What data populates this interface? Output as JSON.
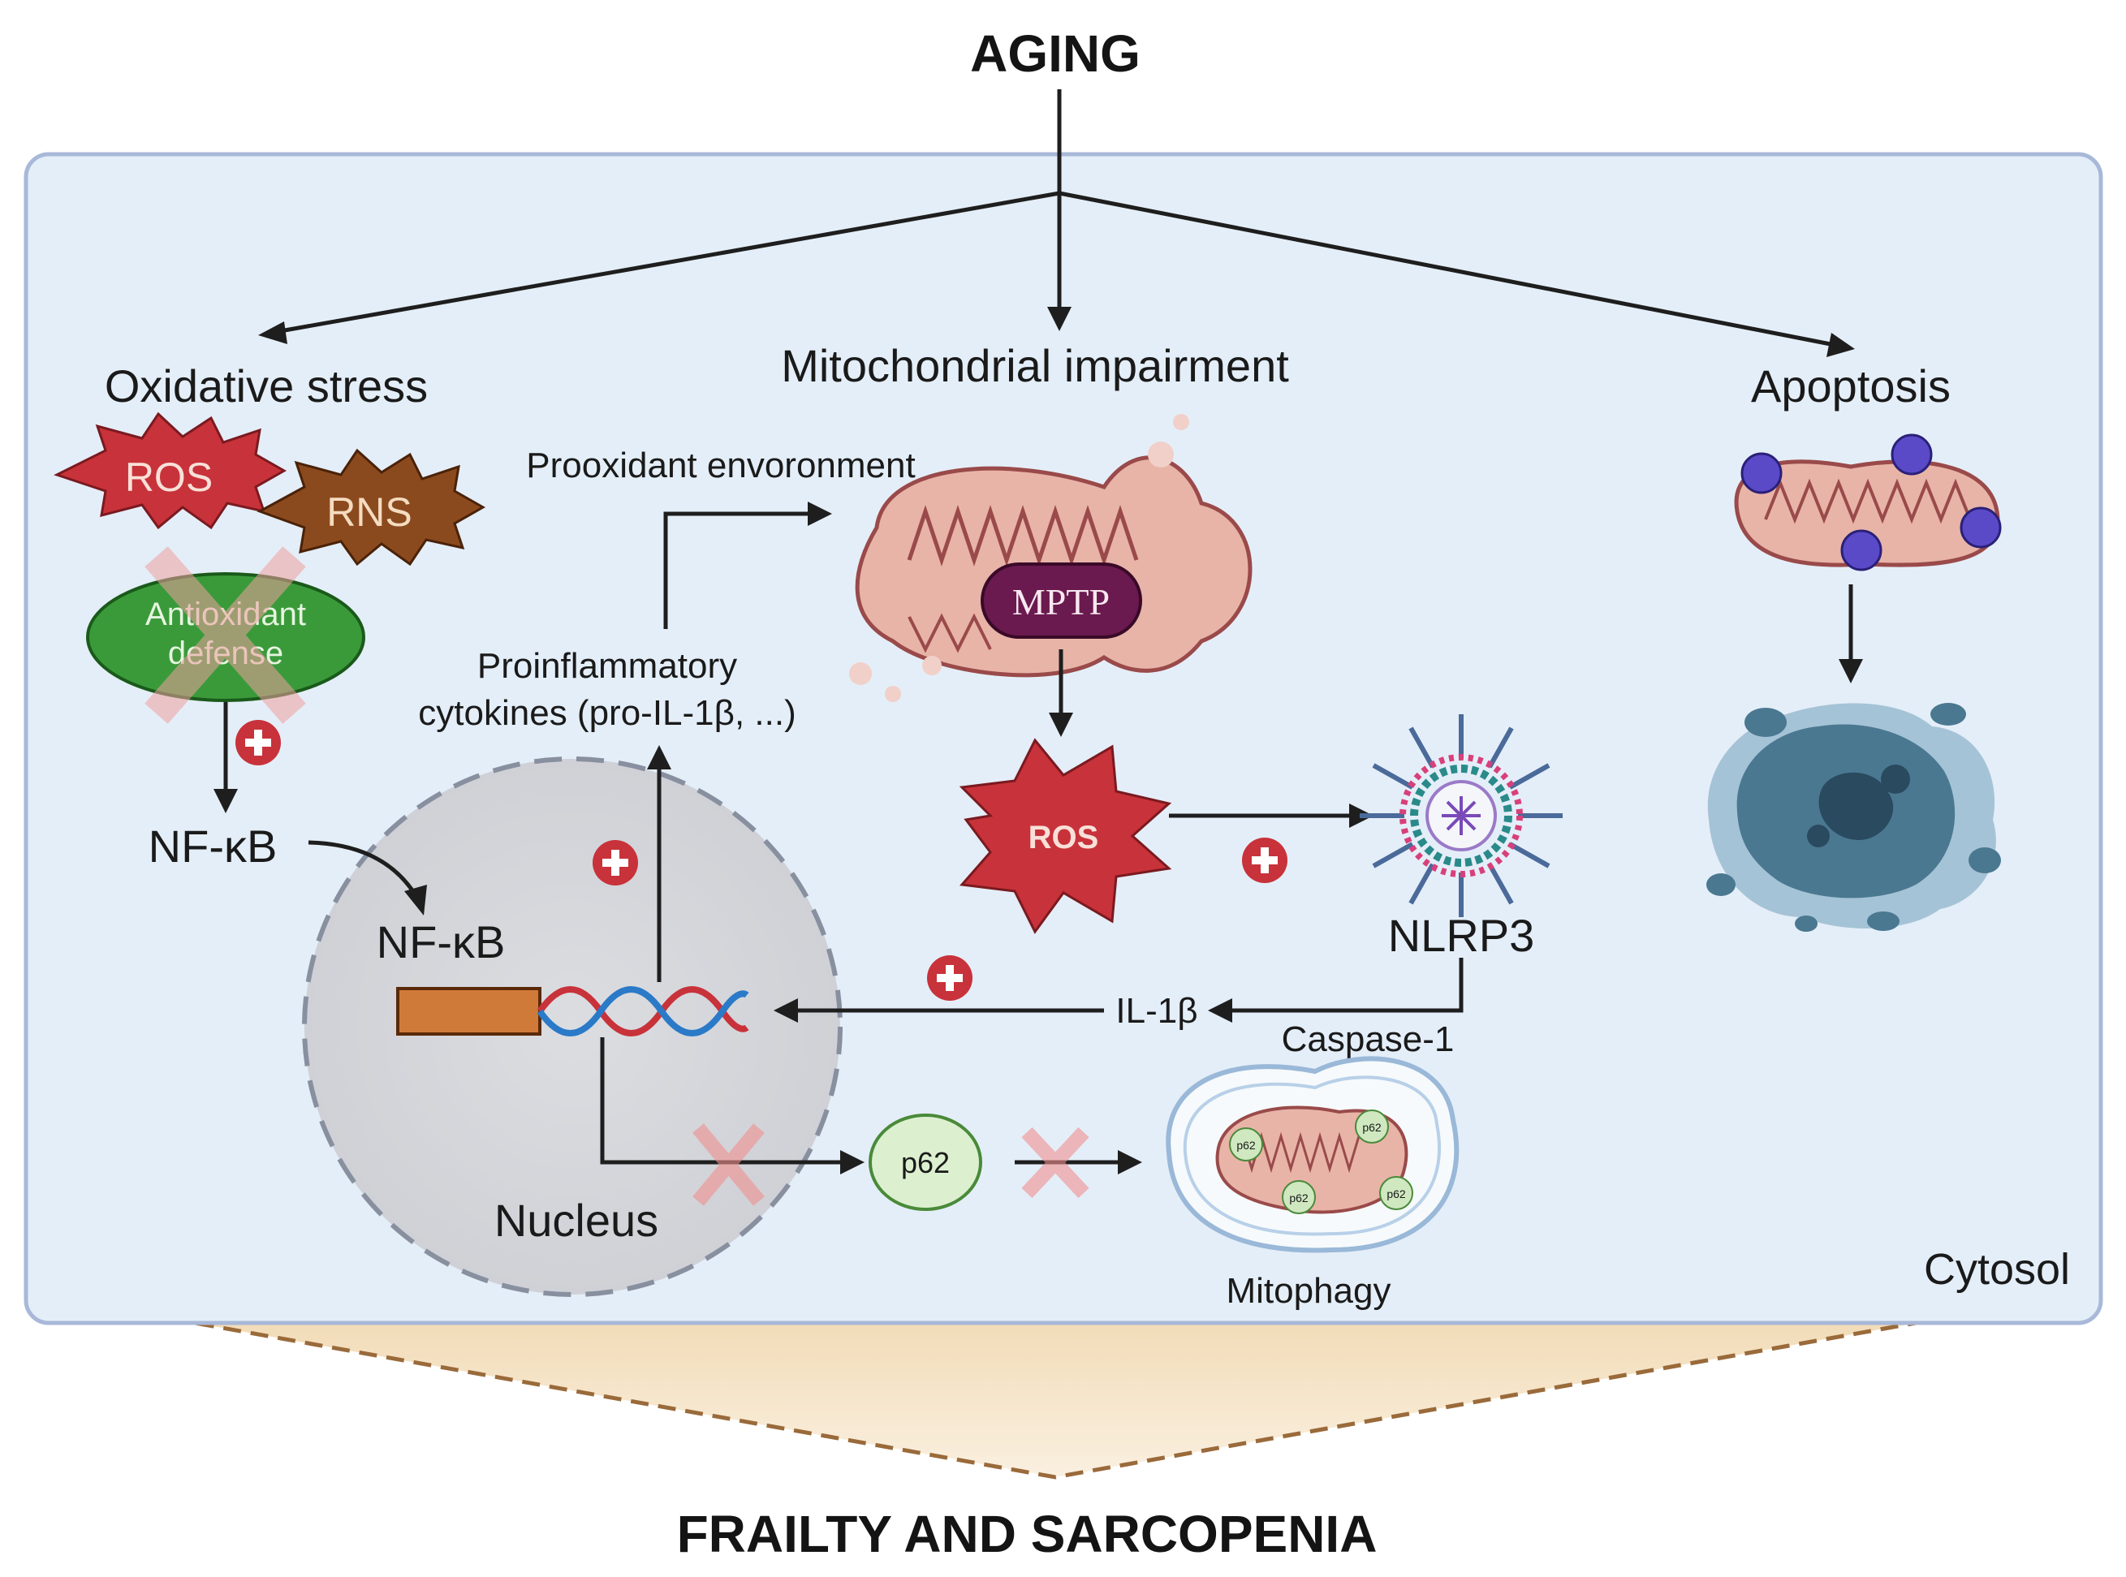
{
  "title_top": "AGING",
  "title_bottom": "FRAILTY AND SARCOPENIA",
  "branches": {
    "oxidative_stress": "Oxidative stress",
    "mitochondrial_impairment": "Mitochondrial impairment",
    "apoptosis": "Apoptosis"
  },
  "labels": {
    "ros_small": "ROS",
    "rns": "RNS",
    "antioxidant_defense": [
      "Antioxidant",
      "defense"
    ],
    "nfkb_cytosol": "NF-κB",
    "nfkb_nucleus": "NF-κB",
    "prooxidant": "Prooxidant envoronment",
    "proinflammatory": [
      "Proinflammatory",
      "cytokines (pro-IL-1β, ...)"
    ],
    "mptp": "MPTP",
    "ros_big": "ROS",
    "nlrp3": "NLRP3",
    "il1b": "IL-1β",
    "caspase": "Caspase-1",
    "p62": "p62",
    "p62_small": "p62",
    "mitophagy": "Mitophagy",
    "nucleus": "Nucleus",
    "cytosol": "Cytosol"
  },
  "colors": {
    "cell_bg": "#e4eef8",
    "cell_border": "#a8b8d8",
    "ros_red": "#c8323a",
    "rns_brown": "#8b4a1e",
    "antioxidant_green": "#3a9a3a",
    "mptp_purple": "#6a1a4e",
    "mito_pink": "#e8b4a8",
    "nucleus_gray": "#d4d6da",
    "apoptosis_blue": "#4a7890",
    "plus_red": "#c8323a",
    "frailty_tan": "#f0d8b0"
  }
}
